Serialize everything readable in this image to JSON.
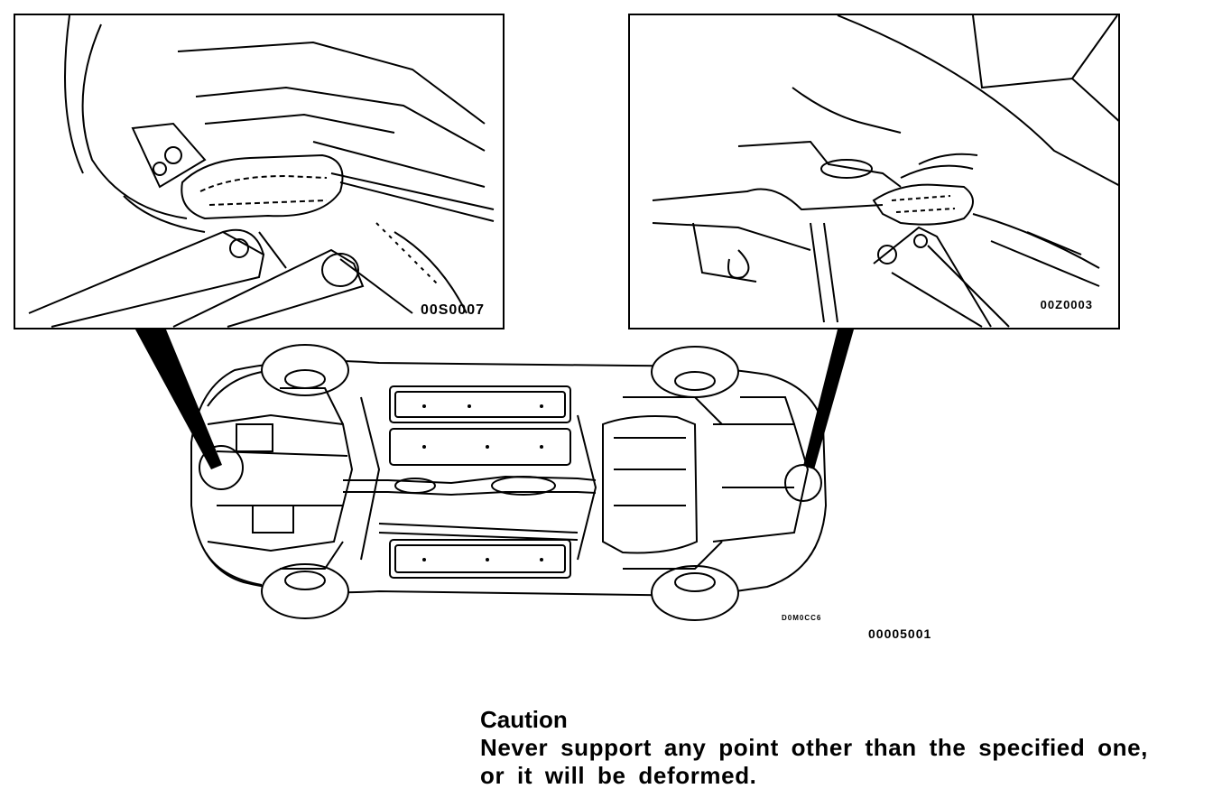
{
  "detail_left": {
    "code": "00S0007"
  },
  "detail_right": {
    "code": "00Z0003"
  },
  "overview": {
    "code": "00005001",
    "small_code": "D0M0CC6"
  },
  "caution": {
    "title": "Caution",
    "line1": "Never support any point other than the specified one,",
    "line2": "or it will be deformed."
  }
}
